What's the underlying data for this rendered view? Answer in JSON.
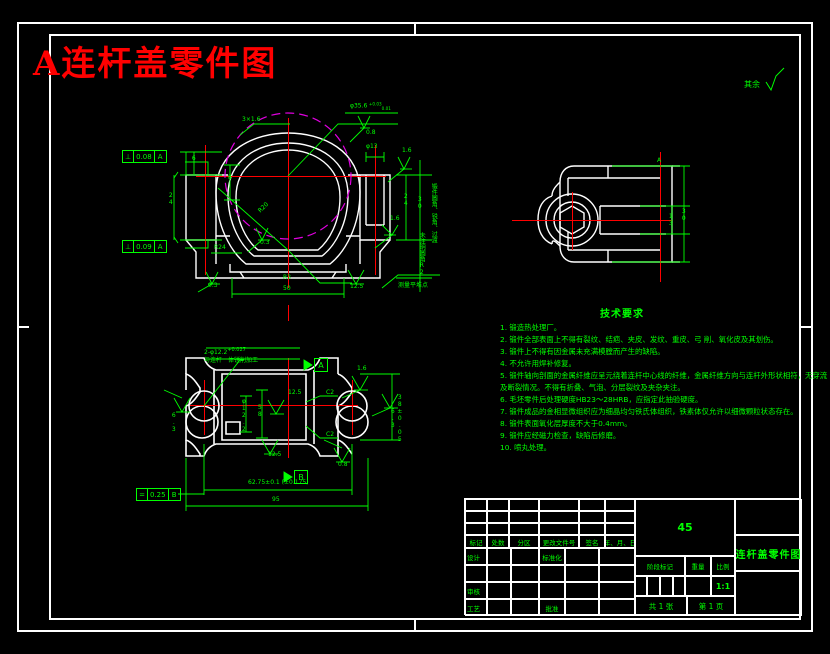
{
  "drawing": {
    "title": "A连杆盖零件图",
    "title_color": "#ff0000",
    "line_color": "#00ff00",
    "object_color": "#ffffff",
    "center_color": "#ff0000",
    "hidden_color": "#e000e0",
    "other_surface_note": "其余"
  },
  "tech": {
    "heading": "技术要求",
    "items": [
      "1. 锻造热处理厂。",
      "2. 锻件全部表面上不得有裂纹、结疤、夹皮、发纹、重皮、弓  削、氧化皮及其划伤。",
      "3. 锻件上不得有因金属未充满模膛而产生的缺陷。",
      "4. 不允许用焊补修复。",
      "5. 锻件轴向剖面的金属纤维应呈元绕着连杆中心线的纤维，金属纤维方向与连杆外形状相符，无穿流及断裂情况。不得有折叠、气泡、分层裂纹及夹杂夹注。",
      "6. 毛坯零件后处理硬度HB23～28HRB，应指定此抽验硬度。",
      "7. 锻件成品的金相显微组织应为细晶均匀铁氏体组织，铁素体仅允许以细微颗粒状态存在。",
      "8. 锻件表面氧化层厚度不大于0.4mm。",
      "9. 锻件应经磁力检查，缺陷后修磨。",
      "10. 喷丸处理。"
    ]
  },
  "titleblock": {
    "rev_headers": [
      "标记",
      "处数",
      "分区",
      "更改文件号",
      "签名",
      "年、月、日"
    ],
    "rows": [
      {
        "label": "设计",
        "mid_label": "标准化"
      },
      {
        "label": "",
        "mid_label": ""
      },
      {
        "label": "审核",
        "mid_label": ""
      },
      {
        "label": "工艺",
        "mid_label": "批准"
      }
    ],
    "material": "45",
    "stage_mark_label": "阶段标记",
    "weight_label": "重量",
    "scale_label": "比例",
    "scale_value": "1:1",
    "sheet_text_a": "共 1 张",
    "sheet_text_b": "第 1 页",
    "part_name": "连杆盖零件图"
  },
  "main_view": {
    "dim_bore": "φ35.6",
    "dim_bore_tol_up": "+0.03",
    "dim_bore_tol_lo": "0.01",
    "rough_bore": "0.8",
    "dim_top_left": "3×1.6",
    "dim_hole_top": "φ13",
    "rough_right_top": "1.6",
    "rough_right_mid": "1.6",
    "dim_left_small": "6",
    "dim_left_big": "24",
    "dim_inner_8": "8",
    "dim_r20": "R20",
    "dim_r24": "R24",
    "dim_r3": "R3",
    "dim_width": "50",
    "dim_right_24": "24",
    "dim_right_30": "30",
    "rough_left_03": "0.3",
    "rough_left_03b": "0.3",
    "rough_bottom": "12.5",
    "datum_note": "测量平堆点",
    "vert_note_1": "锻件圆角、锐角、过渡",
    "vert_note_2": "未注明圆角R2",
    "tol_frame_1": {
      "sym": "⊥",
      "val": "0.08",
      "datum": "A"
    },
    "tol_frame_2": {
      "sym": "⊥",
      "val": "0.09",
      "datum": "A"
    }
  },
  "bottom_view": {
    "hole_note_1": "2-φ12.2",
    "hole_note_tol": "+0.027",
    "hole_note_2": "与连杆一体镗削加工",
    "label_a": "A",
    "label_b": "B",
    "rough_tr": "1.6",
    "rough_br": "0.8",
    "rough_left": "6.3",
    "rough_right": "6.3",
    "rough_mid": "12.5",
    "rough_mid2": "12.5",
    "chamfer_1": "C2",
    "chamfer_2": "C2",
    "dim_inner_vert": "φ12.2",
    "dim_inner_58": "58",
    "dim_center": "62.75±0.1 (±0.175)",
    "dim_total": "95",
    "dim_right_vert": "38±0.05",
    "tol_frame": {
      "sym": "=",
      "val": "0.25",
      "datum": "B"
    }
  },
  "side_view": {
    "label_a": "A",
    "dim_1": "13",
    "dim_2": "30"
  }
}
